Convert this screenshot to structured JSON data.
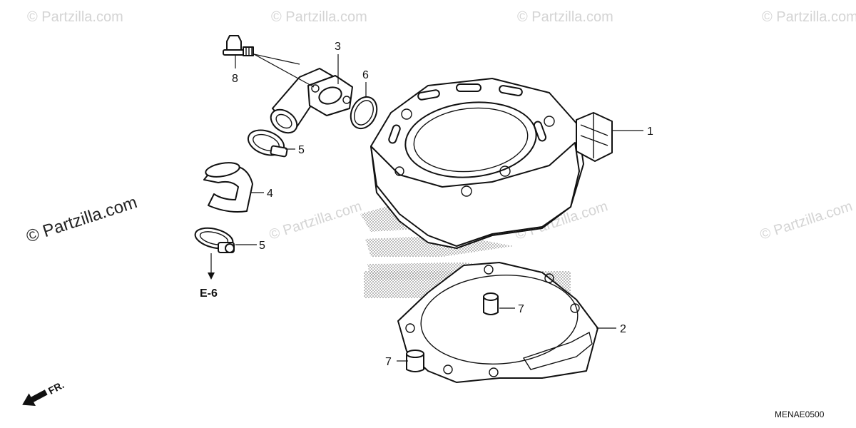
{
  "watermark": {
    "text": "© Partzilla.com"
  },
  "callouts": [
    {
      "id": "1",
      "label": "1"
    },
    {
      "id": "2",
      "label": "2"
    },
    {
      "id": "3",
      "label": "3"
    },
    {
      "id": "4",
      "label": "4"
    },
    {
      "id": "5a",
      "label": "5"
    },
    {
      "id": "5b",
      "label": "5"
    },
    {
      "id": "6",
      "label": "6"
    },
    {
      "id": "7a",
      "label": "7"
    },
    {
      "id": "7b",
      "label": "7"
    },
    {
      "id": "8",
      "label": "8"
    }
  ],
  "reference": {
    "label": "E-6"
  },
  "front_indicator": {
    "label": "FR."
  },
  "diagram_code": "MENAE0500"
}
